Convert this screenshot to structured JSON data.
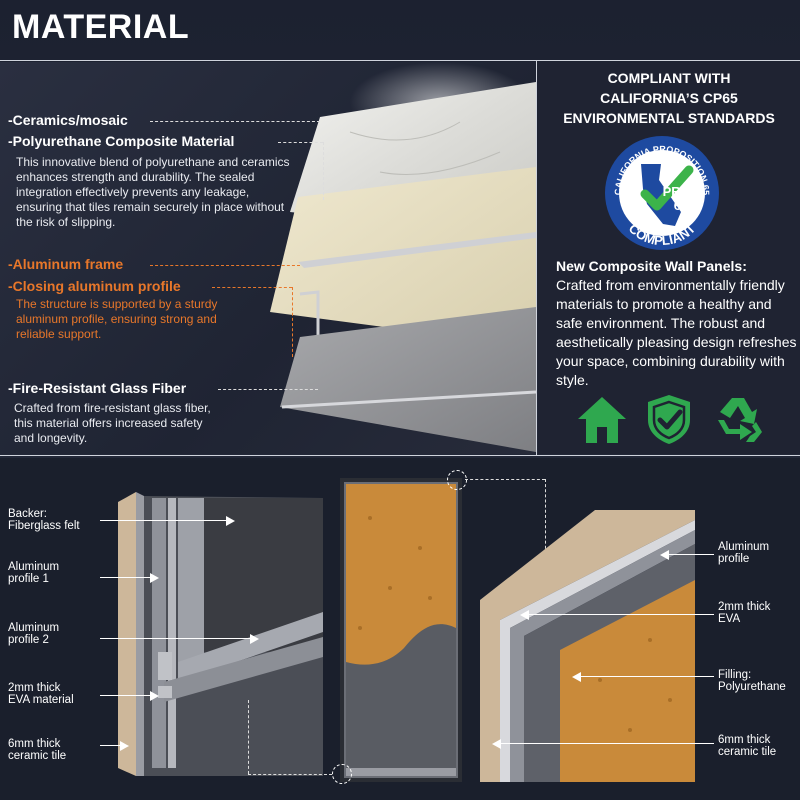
{
  "title": "MATERIAL",
  "layers": {
    "ceramics": "-Ceramics/mosaic",
    "polyurethane": "-Polyurethane Composite Material",
    "polyurethane_desc": "This innovative blend of polyurethane and ceramics enhances strength and durability. The sealed integration effectively prevents any leakage, ensuring that tiles remain securely in place without the risk of slipping.",
    "aluminum_frame": "-Aluminum frame",
    "closing_profile": "-Closing aluminum profile",
    "closing_desc": "The structure is supported by a sturdy aluminum profile, ensuring strong and reliable support.",
    "glass_fiber": "-Fire-Resistant Glass Fiber",
    "glass_fiber_desc": "Crafted from fire-resistant glass fiber, this material offers increased safety and longevity."
  },
  "compliance": {
    "heading_1": "COMPLIANT WITH",
    "heading_2": "CALIFORNIA’S CP65",
    "heading_3": "ENVIRONMENTAL STANDARDS",
    "seal_top": "CALIFORNIA PROPOSITION 65",
    "seal_prop": "PROP",
    "seal_num": "65",
    "seal_bottom": "COMPLIANT",
    "panel_title": "New Composite Wall Panels:",
    "panel_body": "Crafted from environmentally friendly materials to promote a healthy and safe environment. The robust and aesthetically pleasing design refreshes your space, combining durability with style.",
    "icons": [
      "house-icon",
      "shield-check-icon",
      "recycle-icon"
    ],
    "icon_color": "#2fa84f"
  },
  "diagram_left": {
    "backer_1": "Backer:",
    "backer_2": "Fiberglass felt",
    "alu1_1": "Aluminum",
    "alu1_2": "profile 1",
    "alu2_1": "Aluminum",
    "alu2_2": "profile 2",
    "eva_1": "2mm thick",
    "eva_2": "EVA material",
    "tile_1": "6mm thick",
    "tile_2": "ceramic tile"
  },
  "diagram_right": {
    "alu_1": "Aluminum",
    "alu_2": "profile",
    "eva_1": "2mm thick",
    "eva_2": "EVA",
    "fill_1": "Filling:",
    "fill_2": "Polyurethane",
    "tile_1": "6mm thick",
    "tile_2": "ceramic tile"
  },
  "colors": {
    "accent_orange": "#e8772a",
    "foam": "#c98a3a"
  }
}
